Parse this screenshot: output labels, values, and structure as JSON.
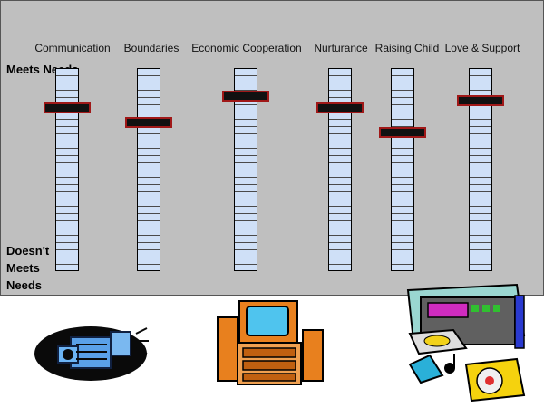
{
  "scale": {
    "top_label": "Meets Needs",
    "bottom_label": "Doesn't Meets Needs"
  },
  "sliders": [
    {
      "label": "Communication",
      "level": 0.8
    },
    {
      "label": "Boundaries",
      "level": 0.73
    },
    {
      "label": "Economic Cooperation",
      "level": 0.86
    },
    {
      "label": "Nurturance",
      "level": 0.8
    },
    {
      "label": "Raising Child",
      "level": 0.68
    },
    {
      "label": "Love & Support",
      "level": 0.84
    }
  ],
  "colors": {
    "panel": "#bfbfbf",
    "track": "#cfe0f7",
    "knob": "#111111",
    "knob_border": "#a01818"
  },
  "clipart": [
    "camcorder-icon",
    "television-stereo-icon",
    "stereo-music-icon"
  ]
}
